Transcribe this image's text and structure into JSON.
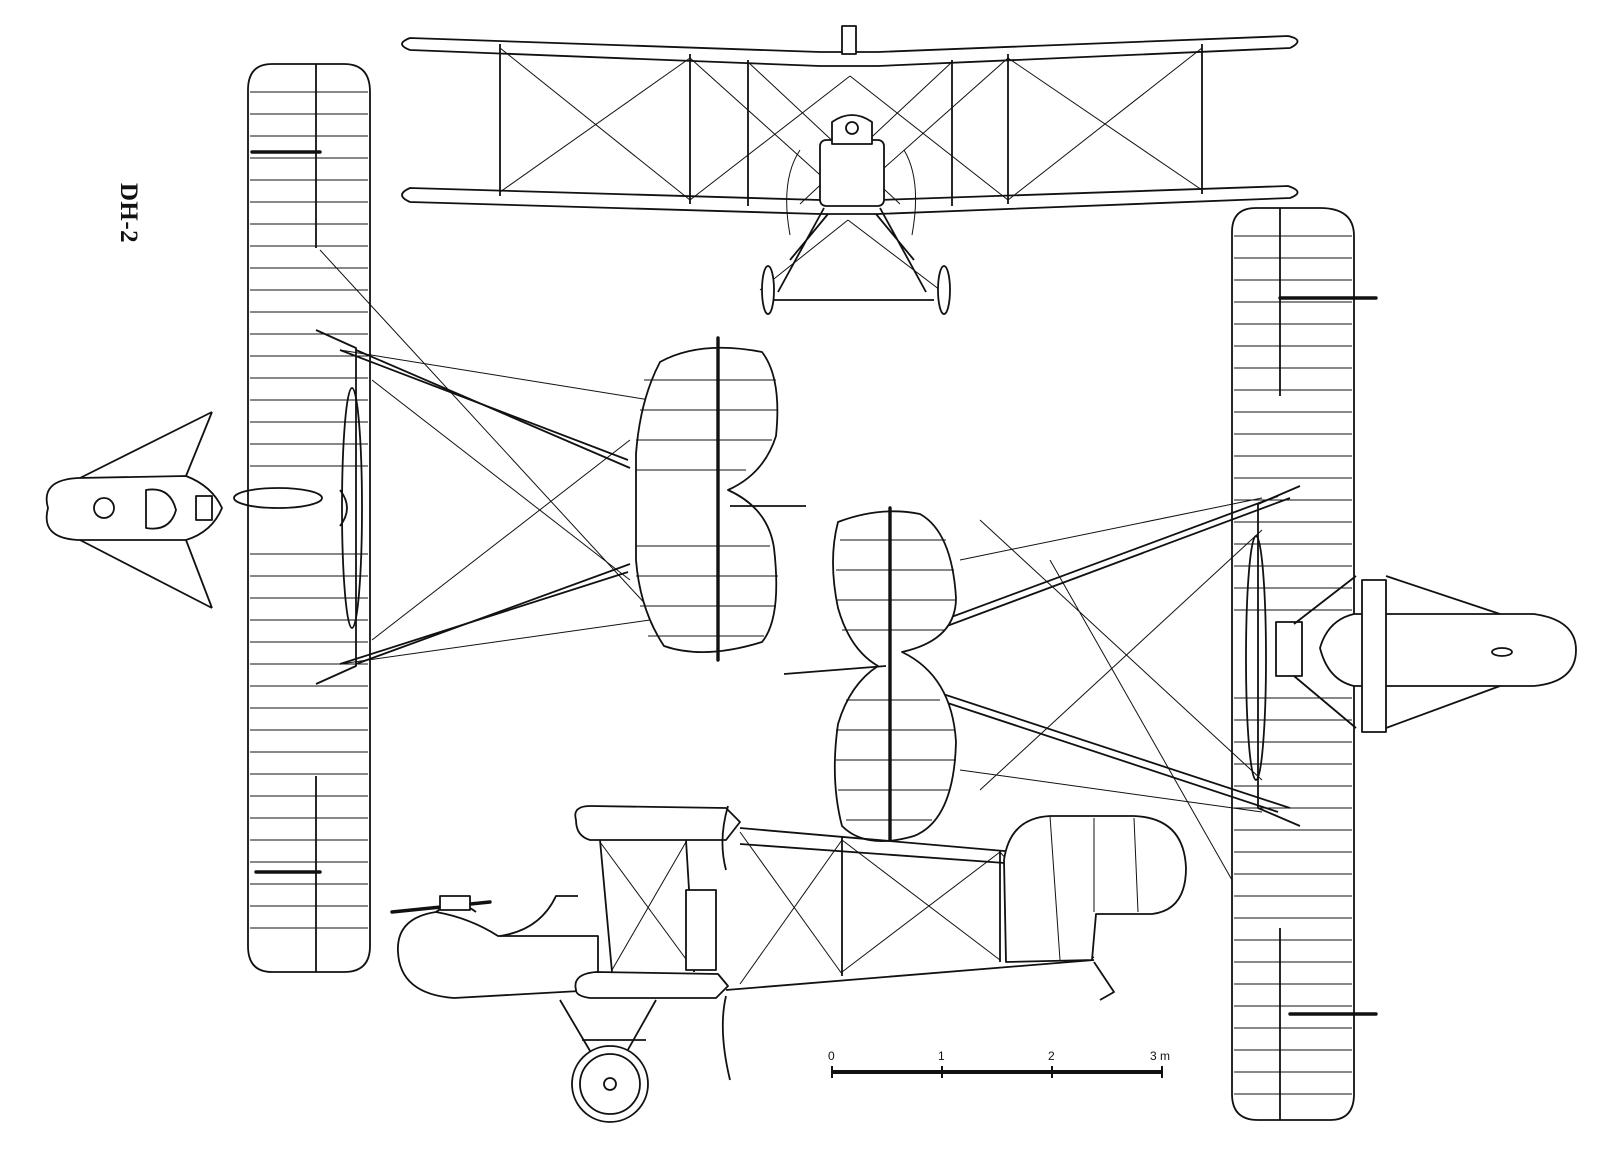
{
  "drawing": {
    "title": "DH-2",
    "views": [
      "front-view",
      "plan-view-top",
      "plan-view-bottom",
      "side-view"
    ]
  },
  "scale_bar": {
    "ticks": [
      "0",
      "1",
      "2",
      "3 m"
    ],
    "unit": "m"
  },
  "colors": {
    "ink": "#111111",
    "paper": "#ffffff"
  }
}
